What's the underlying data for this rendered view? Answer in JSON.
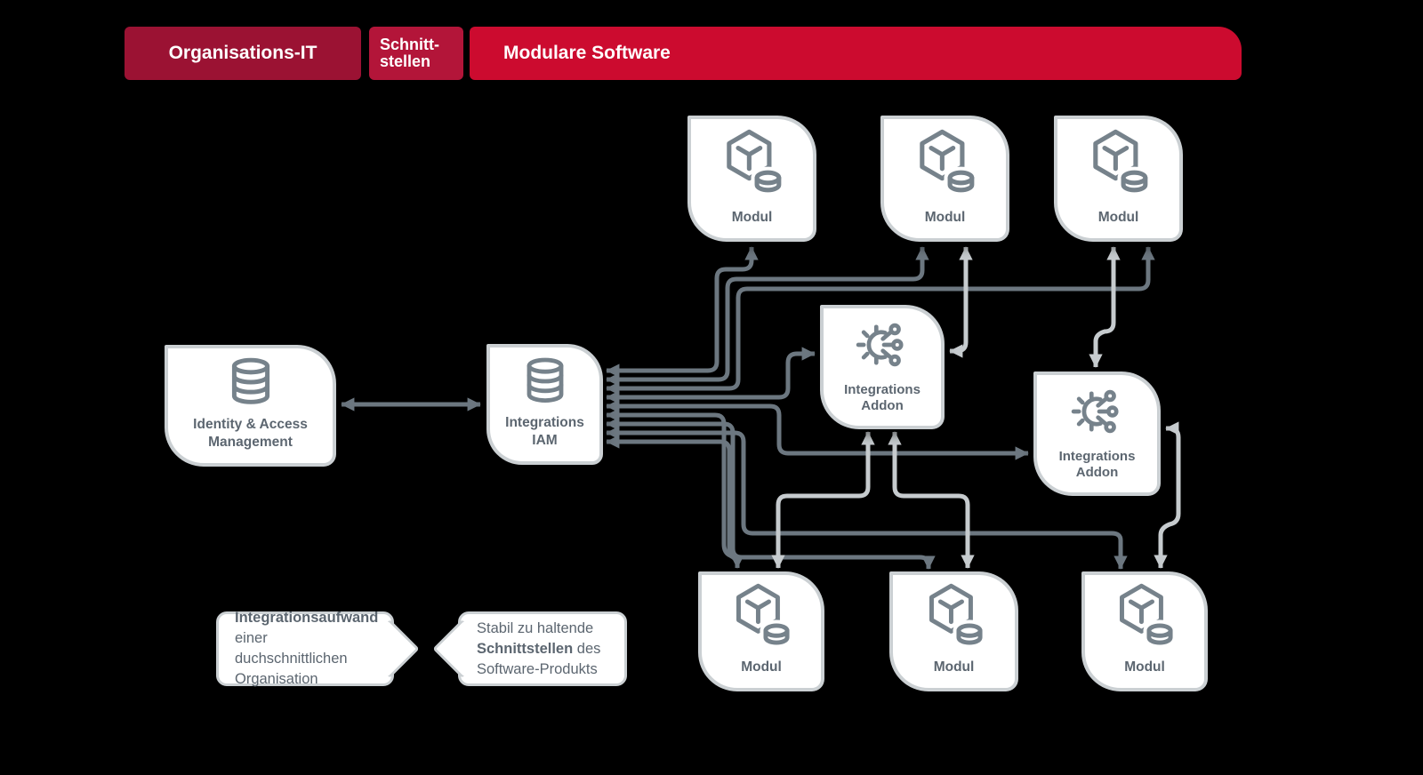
{
  "header": {
    "segments": [
      {
        "label": "Organisations-IT",
        "color": "#9B1233"
      },
      {
        "label": "Schnitt-\nstellen",
        "color": "#B31539"
      },
      {
        "label": "Modulare Software",
        "color": "#CC0B2F"
      }
    ]
  },
  "nodes": {
    "identity_access": {
      "line1": "Identity & Access",
      "line2": "Management",
      "icon": "database-icon"
    },
    "integrations_iam": {
      "line1": "Integrations",
      "line2": "IAM",
      "icon": "database-icon"
    },
    "addon_center": {
      "line1": "Integrations",
      "line2": "Addon",
      "icon": "integration-icon"
    },
    "addon_right": {
      "line1": "Integrations",
      "line2": "Addon",
      "icon": "integration-icon"
    },
    "modul_top_1": {
      "label": "Modul",
      "icon": "module-icon"
    },
    "modul_top_2": {
      "label": "Modul",
      "icon": "module-icon"
    },
    "modul_top_3": {
      "label": "Modul",
      "icon": "module-icon"
    },
    "modul_bottom_1": {
      "label": "Modul",
      "icon": "module-icon"
    },
    "modul_bottom_2": {
      "label": "Modul",
      "icon": "module-icon"
    },
    "modul_bottom_3": {
      "label": "Modul",
      "icon": "module-icon"
    }
  },
  "legend": {
    "left": {
      "line1_bold": "Integrationsaufwand",
      "line2": "einer duchschnittlichen",
      "line3": "Organisation"
    },
    "right": {
      "line1": "Stabil zu haltende",
      "line2_bold": "Schnittstellen",
      "line2_rest": " des",
      "line3": "Software-Produkts"
    }
  },
  "colors": {
    "background": "#000000",
    "line_dark": "#6C7780",
    "line_light": "#C6CBCE",
    "icon_gray": "#76828B",
    "label_gray": "#5C6670",
    "box_border": "#CBD0D3"
  }
}
